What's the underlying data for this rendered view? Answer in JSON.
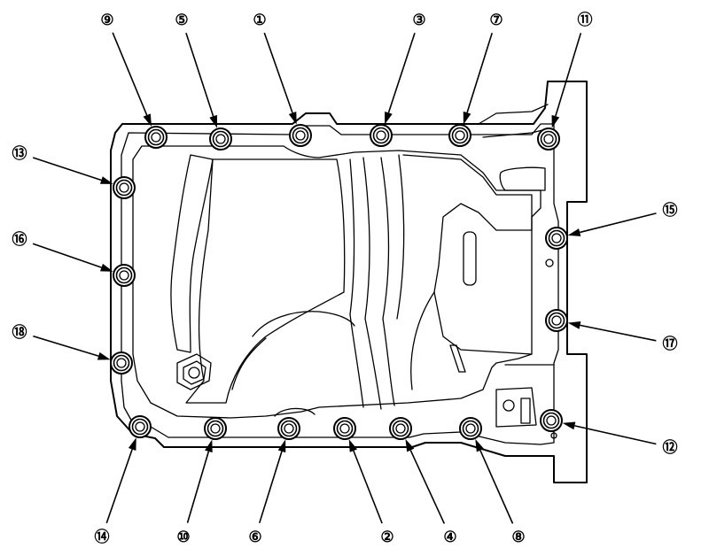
{
  "diagram": {
    "description_labels": [],
    "callouts": [
      {
        "id": "b9",
        "label": "⑨"
      },
      {
        "id": "b5",
        "label": "⑤"
      },
      {
        "id": "b1",
        "label": "①"
      },
      {
        "id": "b3",
        "label": "③"
      },
      {
        "id": "b7",
        "label": "⑦"
      },
      {
        "id": "b11",
        "label": "⑪"
      },
      {
        "id": "b13",
        "label": "⑬"
      },
      {
        "id": "b16",
        "label": "⑯"
      },
      {
        "id": "b18",
        "label": "⑱"
      },
      {
        "id": "b15",
        "label": "⑮"
      },
      {
        "id": "b17",
        "label": "⑰"
      },
      {
        "id": "b12",
        "label": "⑫"
      },
      {
        "id": "b14",
        "label": "⑭"
      },
      {
        "id": "b10",
        "label": "⑩"
      },
      {
        "id": "b6",
        "label": "⑥"
      },
      {
        "id": "b2",
        "label": "②"
      },
      {
        "id": "b4",
        "label": "④"
      },
      {
        "id": "b8",
        "label": "⑧"
      }
    ]
  }
}
